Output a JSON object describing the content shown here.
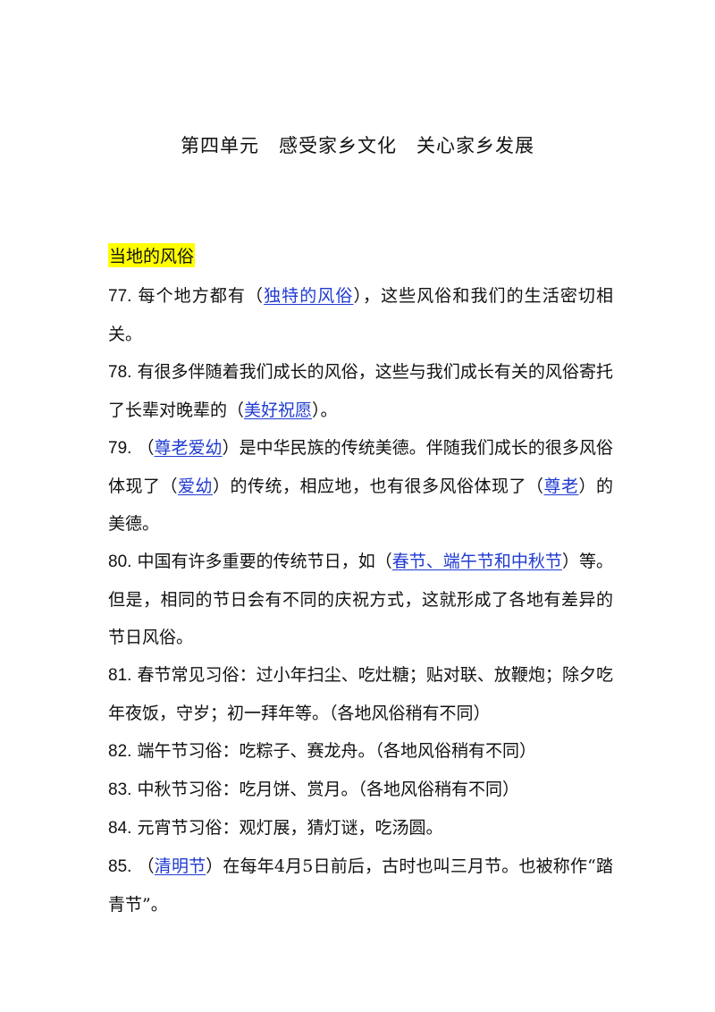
{
  "title": "第四单元　感受家乡文化　关心家乡发展",
  "section": "当地的风俗",
  "items": [
    {
      "num": "77.",
      "parts": [
        {
          "t": " 每个地方都有（"
        },
        {
          "t": "独特的风俗",
          "a": true
        },
        {
          "t": "），这些风俗和我们的生活密切相关。"
        }
      ]
    },
    {
      "num": "78.",
      "parts": [
        {
          "t": " 有很多伴随着我们成长的风俗，这些与我们成长有关的风俗寄托了长辈对晚辈的（"
        },
        {
          "t": "美好祝愿",
          "a": true
        },
        {
          "t": "）。"
        }
      ]
    },
    {
      "num": "79.",
      "parts": [
        {
          "t": " （"
        },
        {
          "t": "尊老爱幼",
          "a": true
        },
        {
          "t": "）是中华民族的传统美德。伴随我们成长的很多风俗体现了（"
        },
        {
          "t": "爱幼",
          "a": true
        },
        {
          "t": "）的传统，相应地，也有很多风俗体现了（"
        },
        {
          "t": "尊老",
          "a": true
        },
        {
          "t": "）的美德。"
        }
      ]
    },
    {
      "num": "80.",
      "parts": [
        {
          "t": " 中国有许多重要的传统节日，如（"
        },
        {
          "t": "春节、端午节和中秋节",
          "a": true
        },
        {
          "t": "）等。但是，相同的节日会有不同的庆祝方式，这就形成了各地有差异的节日风俗。"
        }
      ]
    },
    {
      "num": "81.",
      "parts": [
        {
          "t": " 春节常见习俗：过小年扫尘、吃灶糖；贴对联、放鞭炮；除夕吃年夜饭，守岁；初一拜年等。（各地风俗稍有不同）"
        }
      ]
    },
    {
      "num": "82.",
      "parts": [
        {
          "t": " 端午节习俗：吃粽子、赛龙舟。（各地风俗稍有不同）"
        }
      ]
    },
    {
      "num": "83.",
      "parts": [
        {
          "t": " 中秋节习俗：吃月饼、赏月。（各地风俗稍有不同）"
        }
      ]
    },
    {
      "num": "84.",
      "parts": [
        {
          "t": " 元宵节习俗：观灯展，猜灯谜，吃汤圆。"
        }
      ]
    },
    {
      "num": "85.",
      "parts": [
        {
          "t": " （"
        },
        {
          "t": "清明节",
          "a": true
        },
        {
          "t": "）在每年4月5日前后，古时也叫三月节。也被称作“踏青节”。"
        }
      ]
    }
  ]
}
